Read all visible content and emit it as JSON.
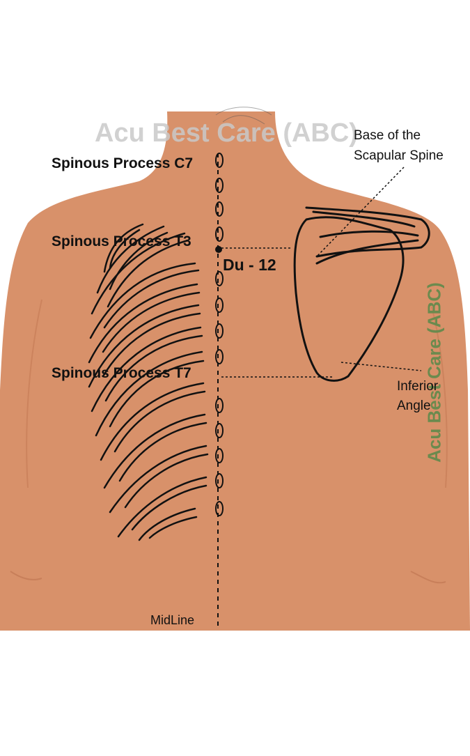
{
  "labels": {
    "c7": "Spinous Process C7",
    "t3": "Spinous Process T3",
    "t7": "Spinous Process T7",
    "point": "Du - 12",
    "scap_spine_line1": "Base of the",
    "scap_spine_line2": "Scapular Spine",
    "inferior_line1": "Inferior",
    "inferior_line2": "Angle",
    "midline": "MidLine"
  },
  "watermarks": {
    "top": "Acu Best Care (ABC)",
    "side": "Acu Best Care (ABC)"
  },
  "colors": {
    "skin": "#d8916a",
    "skin_shadow": "#c47a55",
    "outline": "#111111",
    "watermark_top": "#c9c9c9",
    "watermark_side": "#6b8a4e"
  }
}
